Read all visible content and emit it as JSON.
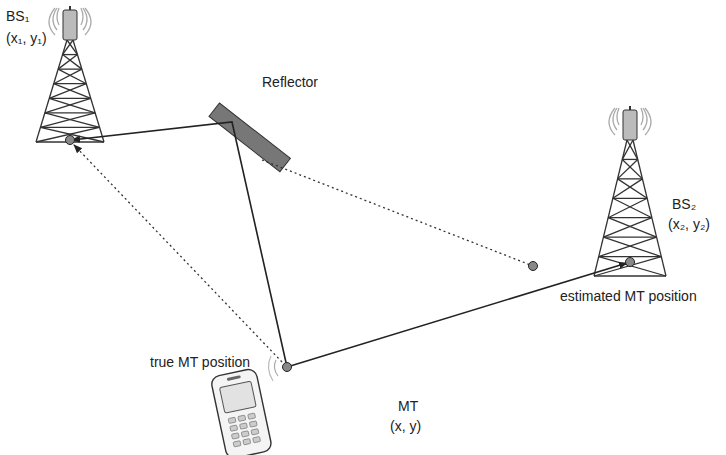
{
  "diagram": {
    "labels": [
      "BS₁",
      "(x₁, y₁)",
      "Reflector",
      "BS₂",
      "(x₂, y₂)",
      "estimated MT position",
      "true MT position",
      "MT",
      "(x, y)"
    ]
  }
}
